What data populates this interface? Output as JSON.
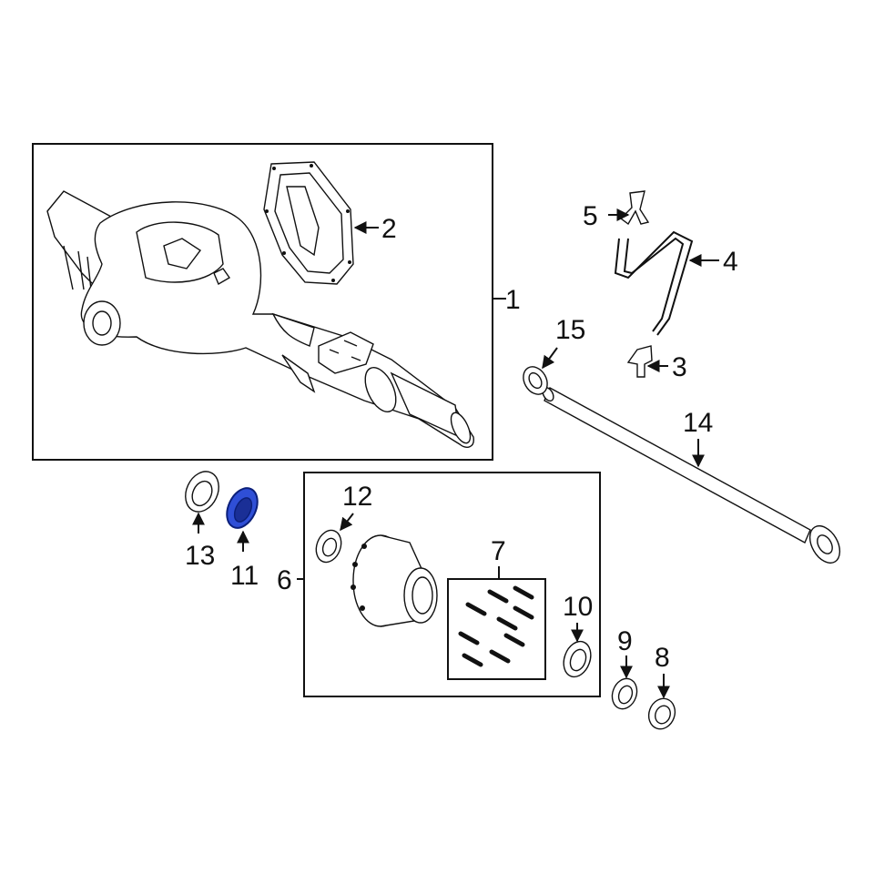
{
  "callouts": {
    "c1": "1",
    "c2": "2",
    "c3": "3",
    "c4": "4",
    "c5": "5",
    "c6": "6",
    "c7": "7",
    "c8": "8",
    "c9": "9",
    "c10": "10",
    "c11": "11",
    "c12": "12",
    "c13": "13",
    "c14": "14",
    "c15": "15"
  },
  "highlight": {
    "part": "11",
    "color": "#2f4fd6"
  }
}
